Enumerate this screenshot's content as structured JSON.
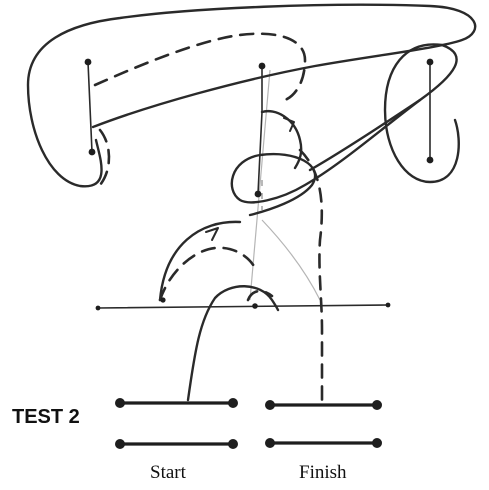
{
  "labels": {
    "test": "TEST 2",
    "start": "Start",
    "finish": "Finish"
  }
}
